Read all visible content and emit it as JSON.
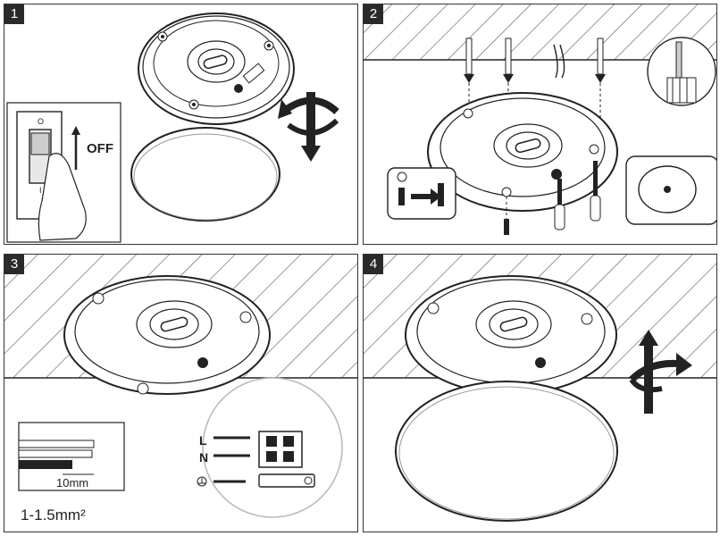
{
  "steps": [
    {
      "number": "1",
      "switch_label": "OFF",
      "switch_on": "O",
      "switch_off": "I"
    },
    {
      "number": "2"
    },
    {
      "number": "3",
      "terminals": [
        "L",
        "N"
      ],
      "strip_length": "10mm",
      "wire_size": "1-1.5mm²"
    },
    {
      "number": "4"
    }
  ],
  "icons": [
    "power-switch-icon",
    "rotate-arrow-icon",
    "screw-icon",
    "drill-icon",
    "screwdriver-icon",
    "ground-symbol-icon",
    "connector-icon"
  ]
}
